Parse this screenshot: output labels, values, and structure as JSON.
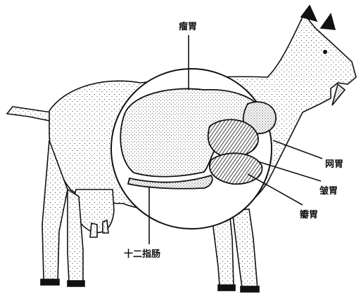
{
  "labels": {
    "rumen": "瘤胃",
    "reticulum": "网胃",
    "abomasum": "皱胃",
    "omasum": "瓣胃",
    "duodenum": "十二指肠"
  },
  "colors": {
    "ink": "#111111",
    "paper": "#ffffff"
  }
}
